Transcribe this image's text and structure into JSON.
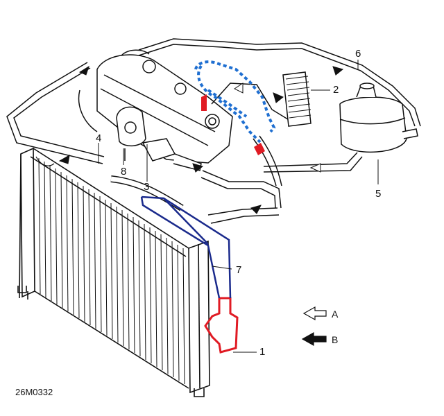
{
  "diagram": {
    "code": "26M0332",
    "callouts": [
      {
        "id": "1",
        "label": "1"
      },
      {
        "id": "2",
        "label": "2"
      },
      {
        "id": "3",
        "label": "3"
      },
      {
        "id": "4",
        "label": "4"
      },
      {
        "id": "5",
        "label": "5"
      },
      {
        "id": "6",
        "label": "6"
      },
      {
        "id": "7",
        "label": "7"
      },
      {
        "id": "8",
        "label": "8"
      }
    ],
    "legend": {
      "a_label": "A",
      "b_label": "B"
    },
    "colors": {
      "line": "#111111",
      "highlight_red": "#e01b24",
      "highlight_blue": "#1f6fd1",
      "highlight_navy": "#1a2a8c"
    }
  }
}
